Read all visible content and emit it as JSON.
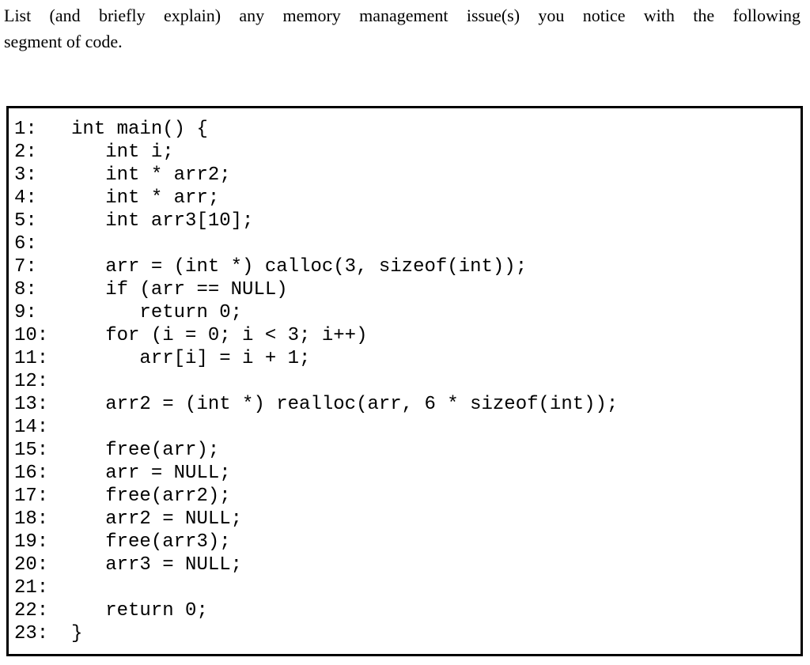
{
  "question": {
    "line1": "List (and briefly explain) any memory management issue(s) you notice with the following",
    "line2": "segment of code."
  },
  "code": {
    "language": "c",
    "lines": [
      "1:   int main() {",
      "2:      int i;",
      "3:      int * arr2;",
      "4:      int * arr;",
      "5:      int arr3[10];",
      "6:",
      "7:      arr = (int *) calloc(3, sizeof(int));",
      "8:      if (arr == NULL)",
      "9:         return 0;",
      "10:     for (i = 0; i < 3; i++)",
      "11:        arr[i] = i + 1;",
      "12:",
      "13:     arr2 = (int *) realloc(arr, 6 * sizeof(int));",
      "14:",
      "15:     free(arr);",
      "16:     arr = NULL;",
      "17:     free(arr2);",
      "18:     arr2 = NULL;",
      "19:     free(arr3);",
      "20:     arr3 = NULL;",
      "21:",
      "22:     return 0;",
      "23:  }"
    ]
  },
  "colors": {
    "text": "#000000",
    "background": "#ffffff",
    "code_box_border": "#000000"
  }
}
